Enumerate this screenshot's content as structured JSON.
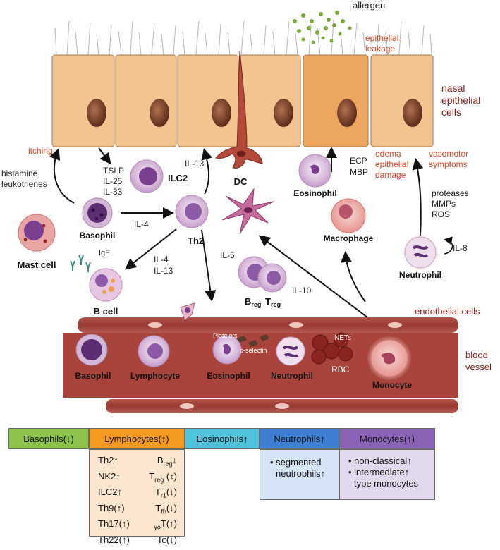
{
  "labels": {
    "allergen": "allergen",
    "epithelial_leakage_1": "epithelial",
    "epithelial_leakage_2": "leakage",
    "nasal_1": "nasal",
    "nasal_2": "epithelial",
    "nasal_3": "cells",
    "itching": "itching",
    "histamine": "histamine",
    "leukotrienes": "leukotrienes",
    "tslp": "TSLP",
    "il25": "IL-25",
    "il33": "IL-33",
    "ilc2": "ILC2",
    "il13_top": "IL-13",
    "dc": "DC",
    "eosinophil_top": "Eosinophil",
    "ecp": "ECP",
    "mbp": "MBP",
    "edema": "edema",
    "epithelial_damage_1": "epithelial",
    "epithelial_damage_2": "damage",
    "vasomotor_1": "vasomotor",
    "vasomotor_2": "symptoms",
    "proteases": "proteases",
    "mmps": "MMPs",
    "ros": "ROS",
    "macrophage": "Macrophage",
    "il8": "IL-8",
    "neutrophil_top": "Neutrophil",
    "mast_cell": "Mast cell",
    "basophil_top": "Basophil",
    "il4": "IL-4",
    "th2": "Th2",
    "ige": "IgE",
    "il4b": "IL-4",
    "il13b": "IL-13",
    "il5": "IL-5",
    "b_cell": "B cell",
    "breg": "B",
    "breg_sub": "reg",
    "treg": "T",
    "treg_sub": "reg",
    "il10": "IL-10",
    "endothelial": "endothelial cells",
    "platelets": "Platelets",
    "pselectin": "p-selectin",
    "nets": "NETs",
    "rbc": "RBC",
    "blood_1": "blood",
    "blood_2": "vessel",
    "v_basophil": "Basophil",
    "v_lymphocyte": "Lymphocyte",
    "v_eosinophil": "Eosinophil",
    "v_neutrophil": "Neutrophil",
    "v_monocyte": "Monocyte"
  },
  "table": {
    "headers": [
      {
        "label": "Basophils(↓)",
        "color": "#8cc34a"
      },
      {
        "label": "Lymphocytes(↕)",
        "color": "#f59a1f"
      },
      {
        "label": "Eosinophils↑",
        "color": "#4fc3d9"
      },
      {
        "label": "Neutrophils↑",
        "color": "#3f7fd3"
      },
      {
        "label": "Monocytes(↑)",
        "color": "#8a63b6"
      }
    ],
    "lymph_left": [
      "Th2↑",
      "NK2↑",
      "ILC2↑",
      "Th9(↑)",
      "Th17(↑)",
      "Th22(↑)"
    ],
    "lymph_right": [
      {
        "main": "B",
        "sub": "reg",
        "tail": "↓"
      },
      {
        "main": "T",
        "sub": "reg",
        "tail": " (↕)"
      },
      {
        "main": "T",
        "sub": "r1",
        "tail": "(↓)"
      },
      {
        "main": "T",
        "sub": "fh",
        "tail": "(↓)"
      },
      {
        "main": "",
        "sub": "γδ",
        "tail": "T(↑)"
      },
      {
        "main": "Tc",
        "sub": "",
        "tail": "(↓)"
      }
    ],
    "neutro_items": [
      "• segmented",
      "neutrophils↑"
    ],
    "mono_items": [
      "• non-classical↑",
      "• intermediate↑",
      "type monocytes"
    ]
  },
  "colors": {
    "red_label": "#d9472b",
    "dark_red": "#8e1b1b",
    "epi": "#f2c490",
    "vessel": "#a8443b",
    "cell_purple": "#7a3f8f"
  }
}
